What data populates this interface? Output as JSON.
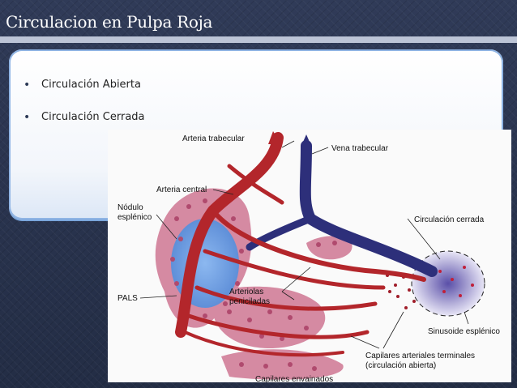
{
  "slide": {
    "title": "Circulacion en Pulpa Roja",
    "bullets": [
      "Circulación Abierta",
      "Circulación Cerrada"
    ]
  },
  "figure": {
    "labels": {
      "arteria_trabecular": "Arteria trabecular",
      "vena_trabecular": "Vena trabecular",
      "arteria_central": "Arteria central",
      "nodulo_1": "Nódulo",
      "nodulo_2": "esplénico",
      "circulacion_cerrada": "Circulación cerrada",
      "pals": "PALS",
      "arteriolas_1": "Arteriolas",
      "arteriolas_2": "peniciladas",
      "sinusoide": "Sinusoide esplénico",
      "capilares_1": "Capilares arteriales terminales",
      "capilares_2": "(circulación abierta)",
      "capilares_envainados": "Capilares envainados"
    }
  },
  "colors": {
    "background": "#2a3550",
    "artery_red": "#b3262b",
    "vein_blue": "#2d2f7a",
    "nodule_blue": "#7aa6e6",
    "cell_pink": "#c06a86"
  }
}
